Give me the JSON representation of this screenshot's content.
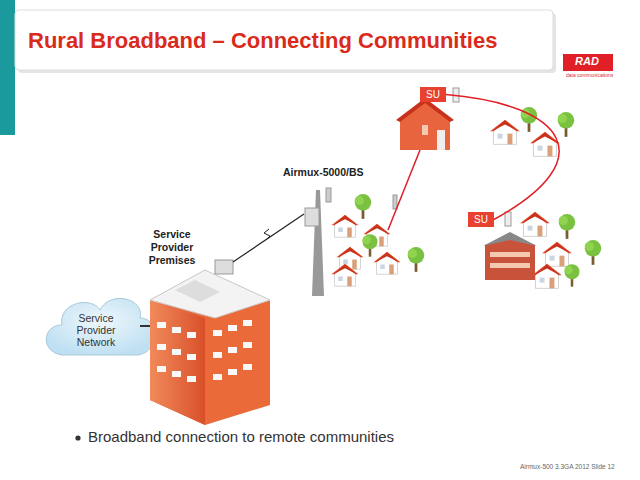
{
  "diagram": {
    "title": "Rural Broadband – Connecting Communities",
    "nodes": [
      {
        "text": [
          "SU"
        ]
      },
      {
        "text": [
          "SU"
        ]
      },
      {
        "text": [
          "Service Provider Network"
        ]
      }
    ],
    "edges": [
      {
        "from": 0,
        "to": 1,
        "arrow": "none"
      }
    ],
    "labels": [
      "Airmux-5000/BS",
      "Service Provider Premises",
      "Broadband connection to remote communities",
      "RAD",
      "data communications",
      "Airmux-500 3.3GA 2012 Slide 12"
    ]
  }
}
